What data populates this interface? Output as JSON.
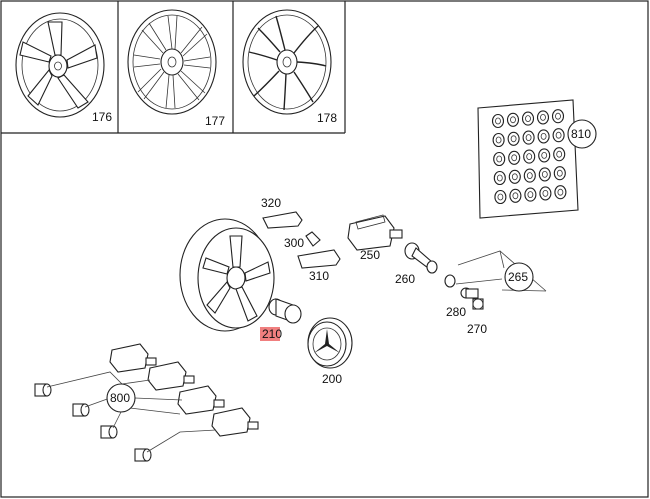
{
  "header": {
    "wheels": [
      {
        "label": "176"
      },
      {
        "label": "177"
      },
      {
        "label": "178"
      }
    ]
  },
  "parts": {
    "p320": "320",
    "p300": "300",
    "p310": "310",
    "p250": "250",
    "p260": "260",
    "p265": "265",
    "p280": "280",
    "p270": "270",
    "p210": "210",
    "p200": "200",
    "p800": "800",
    "p810": "810"
  },
  "colors": {
    "line": "#222222",
    "highlight": "#f07f7f",
    "background": "#ffffff"
  }
}
